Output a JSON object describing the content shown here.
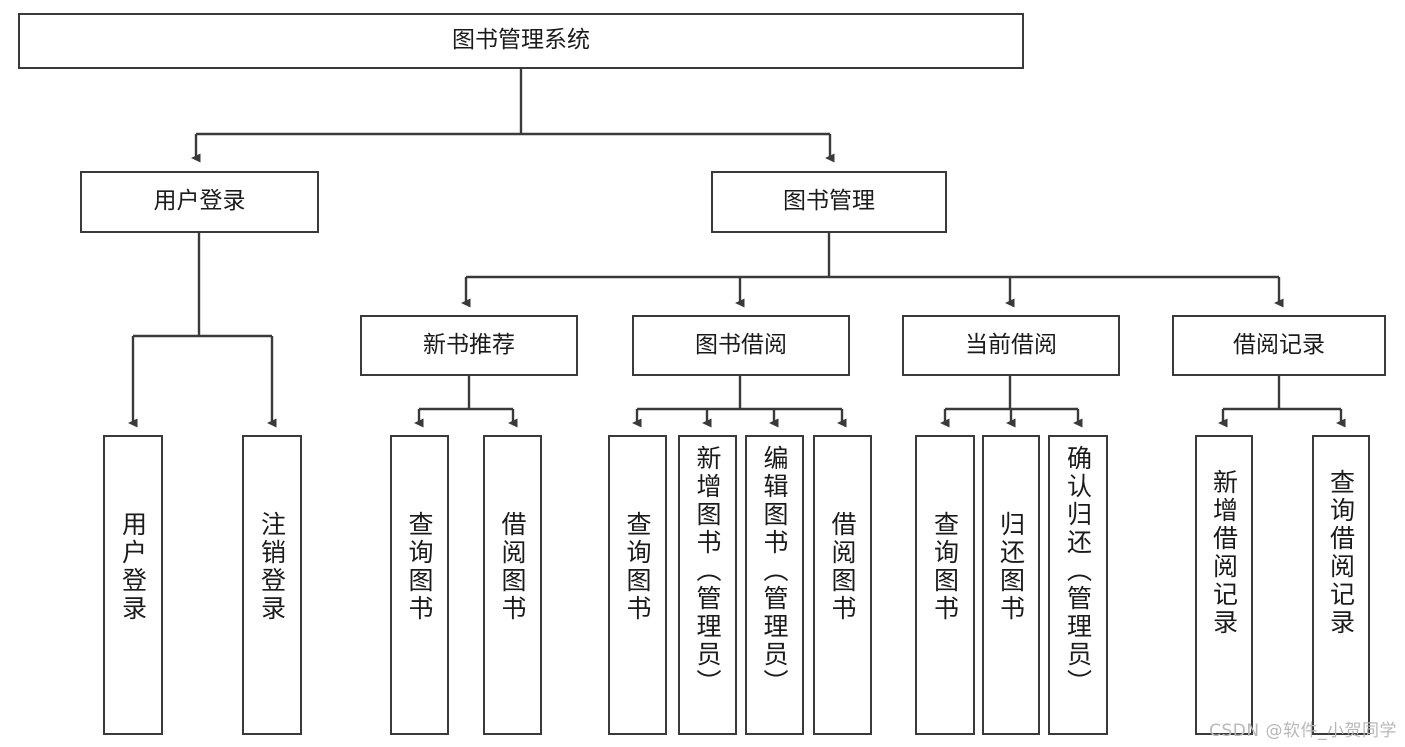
{
  "diagram": {
    "title": "图书管理系统",
    "type": "hierarchy-tree",
    "root": {
      "id": "root",
      "label": "图书管理系统"
    },
    "level1": [
      {
        "id": "user-login",
        "label": "用户登录"
      },
      {
        "id": "book-management",
        "label": "图书管理"
      }
    ],
    "level2": [
      {
        "id": "new-book-recommend",
        "label": "新书推荐",
        "parent": "book-management"
      },
      {
        "id": "book-borrow",
        "label": "图书借阅",
        "parent": "book-management"
      },
      {
        "id": "current-borrow",
        "label": "当前借阅",
        "parent": "book-management"
      },
      {
        "id": "borrow-record",
        "label": "借阅记录",
        "parent": "book-management"
      }
    ],
    "leaves": {
      "user_login": [
        {
          "id": "leaf-user-login",
          "label": "用户登录"
        },
        {
          "id": "leaf-user-logout",
          "label": "注销登录"
        }
      ],
      "new_book_recommend": [
        {
          "id": "leaf-query-book-1",
          "label": "查询图书"
        },
        {
          "id": "leaf-borrow-book-1",
          "label": "借阅图书"
        }
      ],
      "book_borrow": [
        {
          "id": "leaf-query-book-2",
          "label": "查询图书"
        },
        {
          "id": "leaf-add-book",
          "label": "新增图书（管理员）"
        },
        {
          "id": "leaf-edit-book",
          "label": "编辑图书（管理员）"
        },
        {
          "id": "leaf-borrow-book-2",
          "label": "借阅图书"
        }
      ],
      "current_borrow": [
        {
          "id": "leaf-query-book-3",
          "label": "查询图书"
        },
        {
          "id": "leaf-return-book",
          "label": "归还图书"
        },
        {
          "id": "leaf-confirm-return",
          "label": "确认归还（管理员）"
        }
      ],
      "borrow_record": [
        {
          "id": "leaf-add-record",
          "label": "新增借阅记录"
        },
        {
          "id": "leaf-query-record",
          "label": "查询借阅记录"
        }
      ]
    }
  },
  "watermark": {
    "text": "CSDN @软件_小贺同学"
  },
  "colors": {
    "stroke": "#3a3a3a",
    "background": "#ffffff",
    "text": "#1b1b1b",
    "watermark": "#b8b8b8"
  }
}
